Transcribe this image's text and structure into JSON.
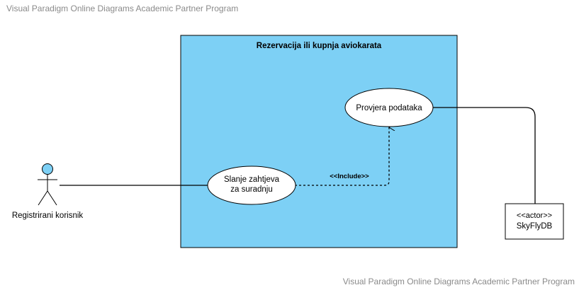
{
  "watermark": {
    "top": "Visual Paradigm Online Diagrams Academic Partner Program",
    "bottom": "Visual Paradigm Online Diagrams Academic Partner Program"
  },
  "colors": {
    "system_fill": "#7dd0f5",
    "actor_head": "#7dd0f5",
    "ellipse_fill": "#ffffff",
    "line": "#000000"
  },
  "system": {
    "title": "Rezervacija ili kupnja aviokarata"
  },
  "actors": {
    "user": {
      "label": "Registrirani korisnik"
    },
    "external": {
      "stereotype": "<<actor>>",
      "name": "SkyFlyDB"
    }
  },
  "use_cases": {
    "provjera": {
      "label": "Provjera podataka"
    },
    "slanje": {
      "line1": "Slanje zahtjeva",
      "line2": "za suradnju"
    }
  },
  "relations": {
    "include_label": "<<Include>>"
  }
}
